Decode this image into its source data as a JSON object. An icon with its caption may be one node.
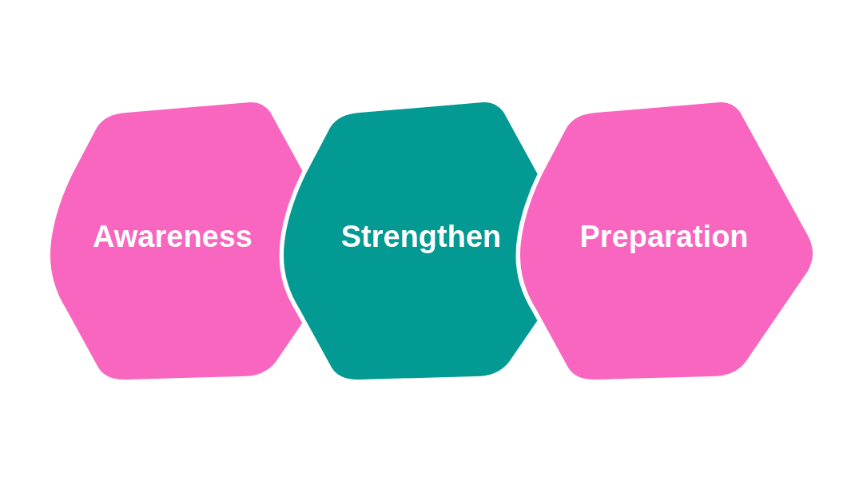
{
  "diagram": {
    "nodes": [
      {
        "text": [
          "Awareness"
        ]
      },
      {
        "text": [
          "Strengthen"
        ]
      },
      {
        "text": [
          "Preparation"
        ]
      }
    ]
  }
}
